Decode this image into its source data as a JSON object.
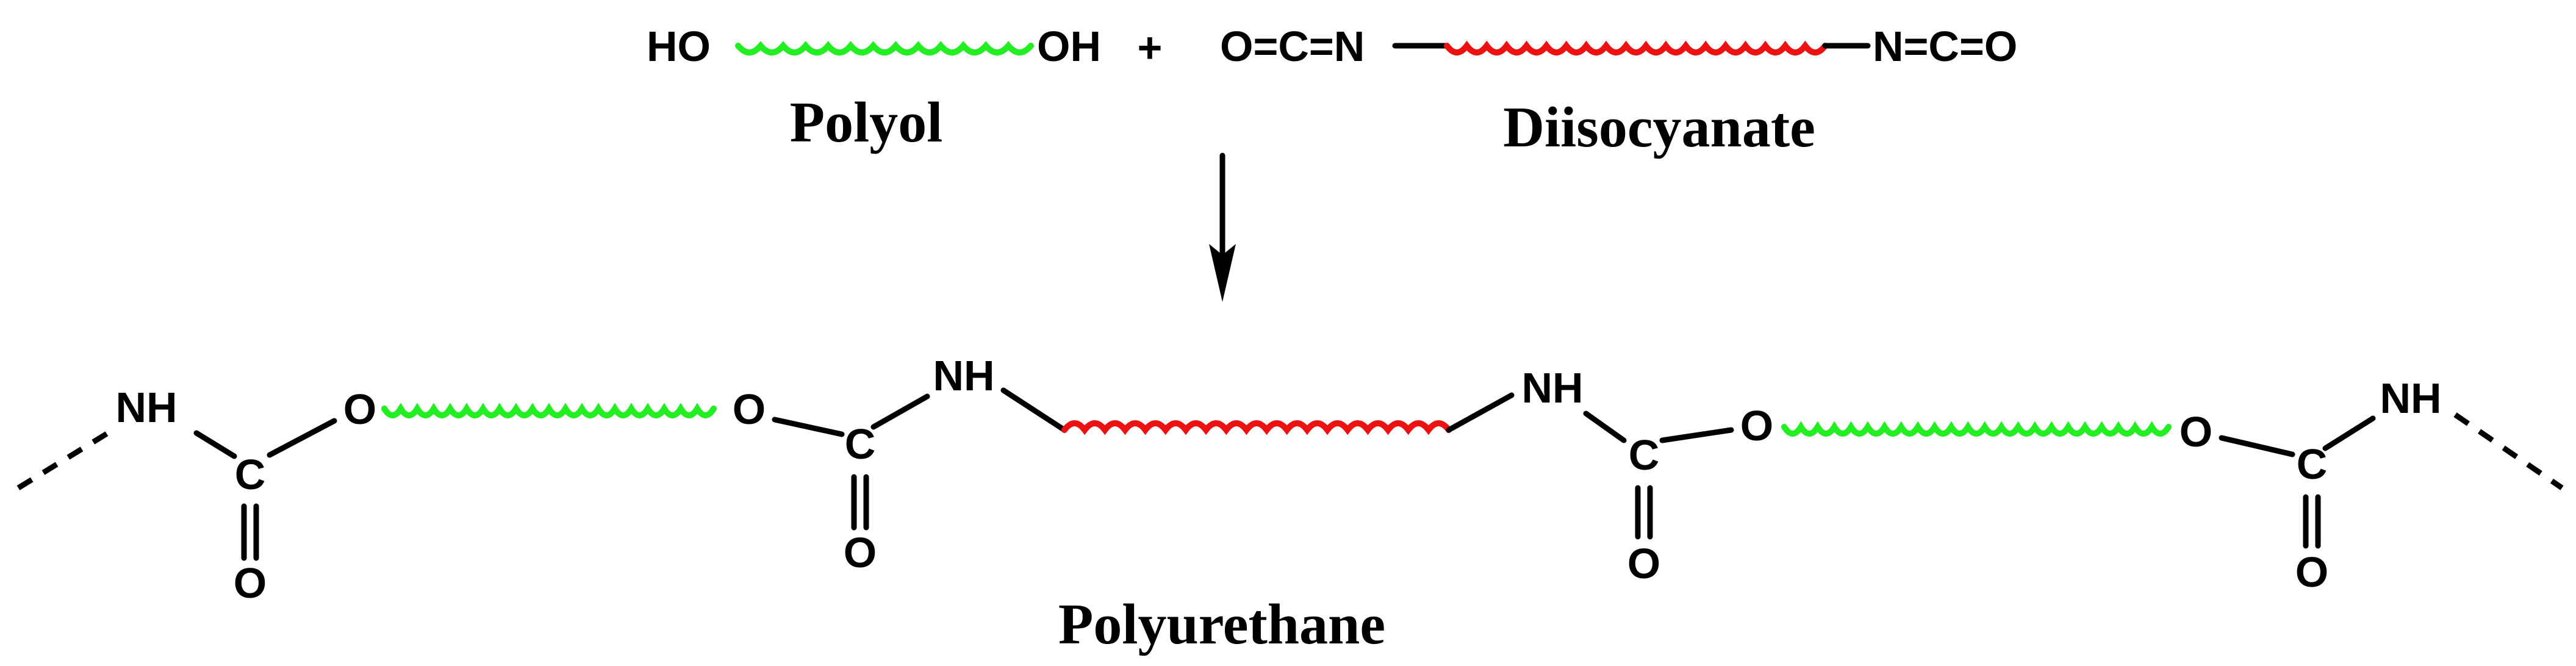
{
  "colors": {
    "polyol_chain": "#22ee22",
    "diisocyanate_chain": "#ee1111",
    "bonds": "#000000"
  },
  "reactants": {
    "polyol": {
      "left_group": "HO",
      "right_group": "OH",
      "label": "Polyol"
    },
    "plus_sign": "+",
    "diisocyanate": {
      "left_group": "O=C=N",
      "right_group": "N=C=O",
      "label": "Diisocyanate"
    }
  },
  "arrow_icon": "down-arrow",
  "product": {
    "label": "Polyurethane",
    "atoms": {
      "nh": "NH",
      "c": "C",
      "o": "O"
    }
  }
}
